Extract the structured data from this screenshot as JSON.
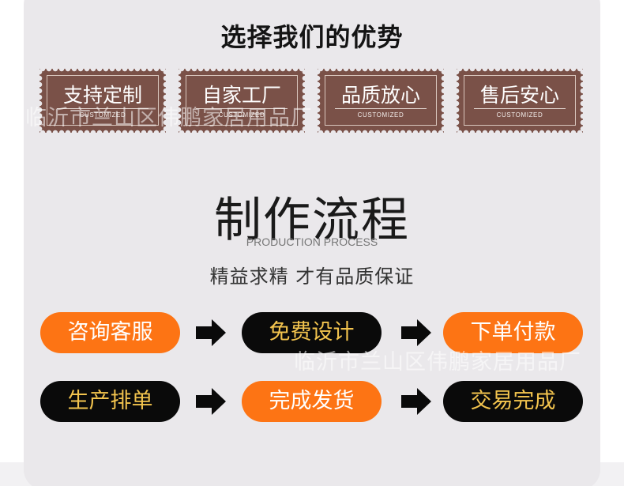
{
  "header": {
    "title": "选择我们的优势"
  },
  "advantages": [
    {
      "label": "支持定制",
      "sub": "CUSTOMIZED"
    },
    {
      "label": "自家工厂",
      "sub": "CUSTOMIZED"
    },
    {
      "label": "品质放心",
      "sub": "CUSTOMIZED"
    },
    {
      "label": "售后安心",
      "sub": "CUSTOMIZED"
    }
  ],
  "process": {
    "heading": "制作流程",
    "heading_en": "PRODUCTION PROCESS",
    "slogan": "精益求精 才有品质保证",
    "steps": [
      {
        "label": "咨询客服",
        "style": "orange"
      },
      {
        "label": "免费设计",
        "style": "black"
      },
      {
        "label": "下单付款",
        "style": "orange"
      },
      {
        "label": "生产排单",
        "style": "black"
      },
      {
        "label": "完成发货",
        "style": "orange"
      },
      {
        "label": "交易完成",
        "style": "black"
      }
    ]
  },
  "watermark": "临沂市兰山区伟鹏家居用品厂",
  "colors": {
    "orange": "#fd7414",
    "black": "#0a0a0a",
    "gold_text": "#f3c44e",
    "stamp": "#7a5148"
  }
}
